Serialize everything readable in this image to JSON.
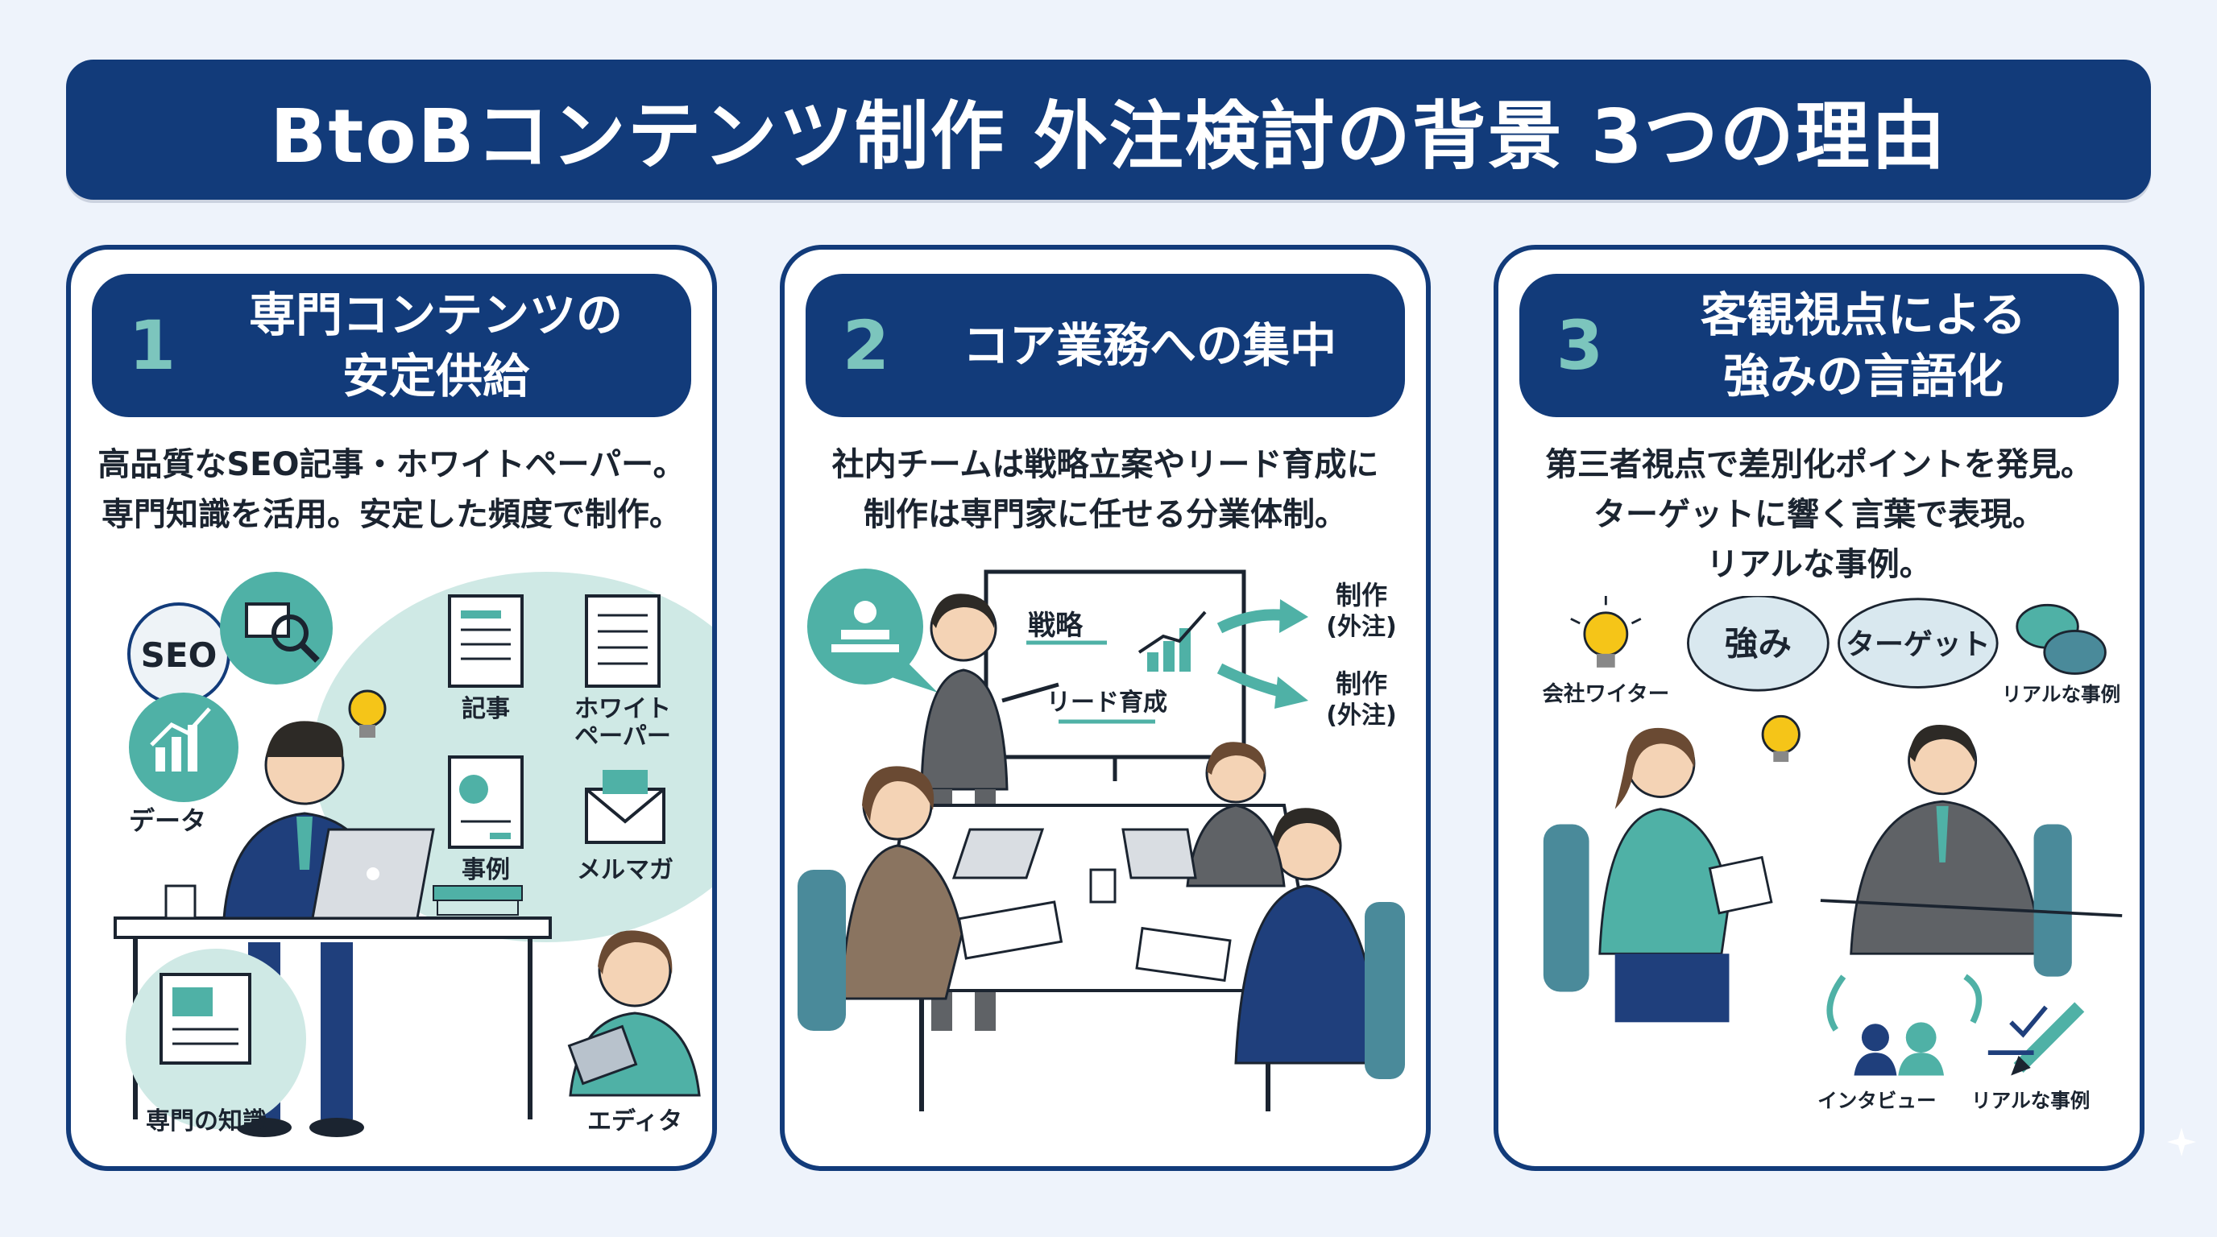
{
  "title": "BtoBコンテンツ制作 外注検討の背景 3つの理由",
  "colors": {
    "navy": "#123b7a",
    "teal": "#4fb1a6",
    "teal_light": "#cfe9e5",
    "background": "#eef3fb"
  },
  "cards": [
    {
      "number": "1",
      "title_lines": [
        "専門コンテンツの",
        "安定供給"
      ],
      "desc_lines": [
        "高品質なSEO記事・ホワイトペーパー。",
        "専門知識を活用。安定した頻度で制作。"
      ],
      "labels": {
        "seo": "SEO",
        "data": "データ",
        "article": "記事",
        "whitepaper_1": "ホワイト",
        "whitepaper_2": "ペーパー",
        "case": "事例",
        "mailmag": "メルマガ",
        "knowledge": "専門の知識",
        "editor": "エディタ"
      },
      "icons": [
        "search-icon",
        "bar-chart-icon",
        "document-icon",
        "lightbulb-icon",
        "pie-chart-icon",
        "envelope-icon",
        "laptop-icon"
      ]
    },
    {
      "number": "2",
      "title_lines": [
        "コア業務への集中"
      ],
      "desc_lines": [
        "社内チームは戦略立案やリード育成に",
        "制作は専門家に任せる分業体制。"
      ],
      "labels": {
        "strategy": "戦略",
        "lead": "リード育成",
        "prod1_a": "制作",
        "prod1_b": "(外注)",
        "prod2_a": "制作",
        "prod2_b": "(外注)"
      },
      "icons": [
        "team-meeting-icon",
        "chart-icon",
        "arrow-icon",
        "laptop-icon"
      ]
    },
    {
      "number": "3",
      "title_lines": [
        "客観視点による",
        "強みの言語化"
      ],
      "desc_lines": [
        "第三者視点で差別化ポイントを発見。",
        "ターゲットに響く言葉で表現。",
        "リアルな事例。"
      ],
      "labels": {
        "writer": "会社ワイター",
        "strength": "強み",
        "target": "ターゲット",
        "real_case_top": "リアルな事例",
        "interview": "インタビュー",
        "real_case_bottom": "リアルな事例"
      },
      "icons": [
        "lightbulb-icon",
        "speech-bubble-icon",
        "user-icon",
        "pen-icon",
        "check-icon"
      ]
    }
  ]
}
